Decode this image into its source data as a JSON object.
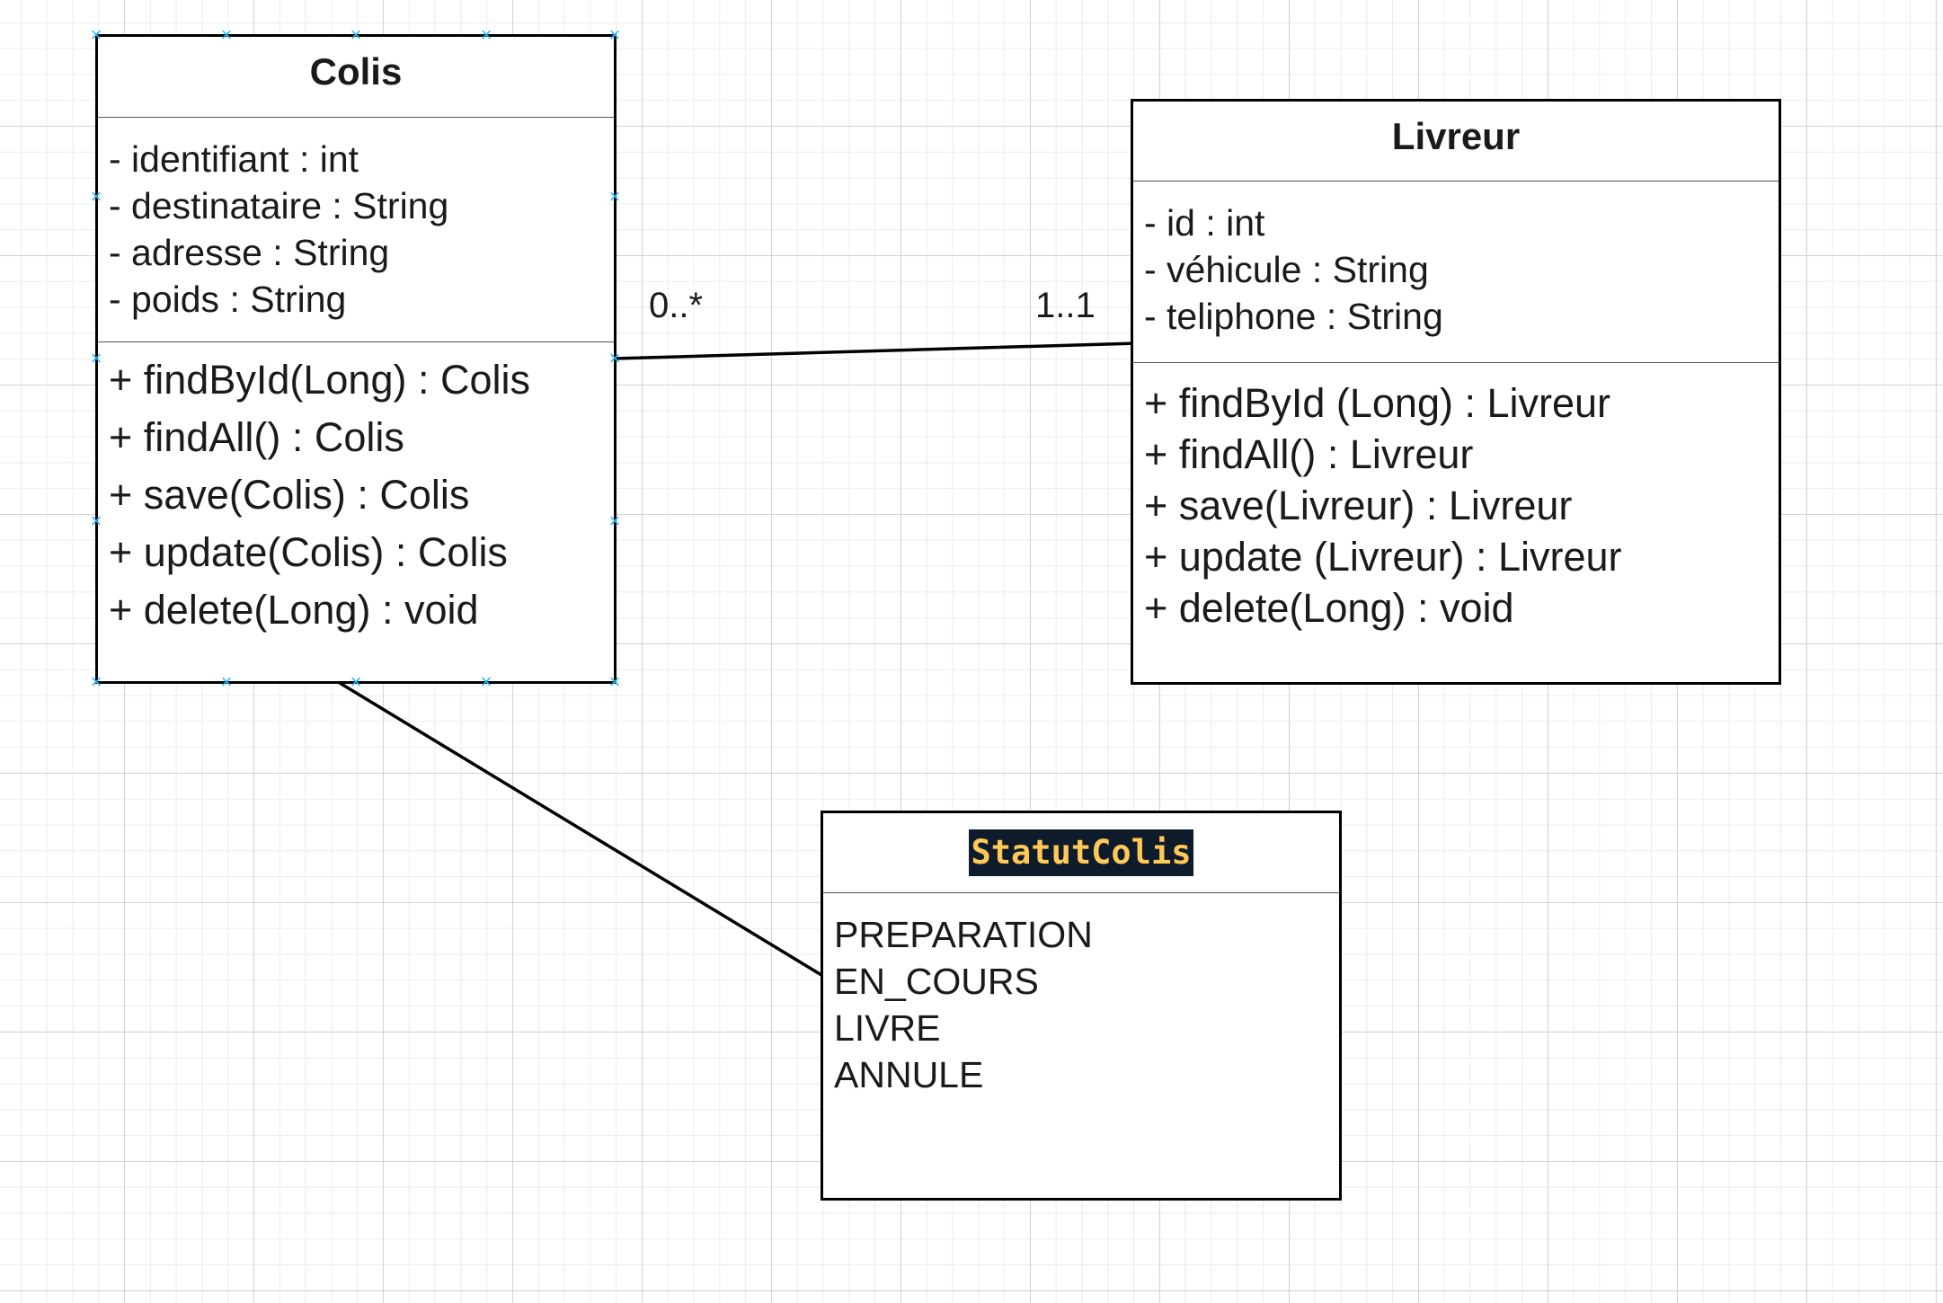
{
  "classes": {
    "colis": {
      "name": "Colis",
      "attributes": [
        "- identifiant : int",
        "- destinataire : String",
        "- adresse : String",
        "- poids : String"
      ],
      "operations": [
        "+ findById(Long) : Colis",
        "+ findAll() : Colis",
        "+ save(Colis) : Colis",
        "+ update(Colis) : Colis",
        "+ delete(Long) : void"
      ]
    },
    "livreur": {
      "name": "Livreur",
      "attributes": [
        "- id : int",
        "- véhicule : String",
        "- teliphone : String"
      ],
      "operations": [
        "+ findById (Long) : Livreur",
        "+ findAll() : Livreur",
        "+ save(Livreur) : Livreur",
        "+ update (Livreur) : Livreur",
        "+ delete(Long) : void"
      ]
    },
    "statut_colis": {
      "name": "StatutColis",
      "literals": [
        "PREPARATION",
        "EN_COURS",
        "LIVRE",
        "ANNULE"
      ]
    }
  },
  "associations": {
    "colis_livreur": {
      "multiplicity_colis": "0..*",
      "multiplicity_livreur": "1..1"
    },
    "colis_statut": {}
  },
  "selection_handle_glyph": "×",
  "colors": {
    "handle": "#29b6f6",
    "enum_title_bg": "#0d1b2a",
    "enum_title_fg": "#ffc857"
  }
}
